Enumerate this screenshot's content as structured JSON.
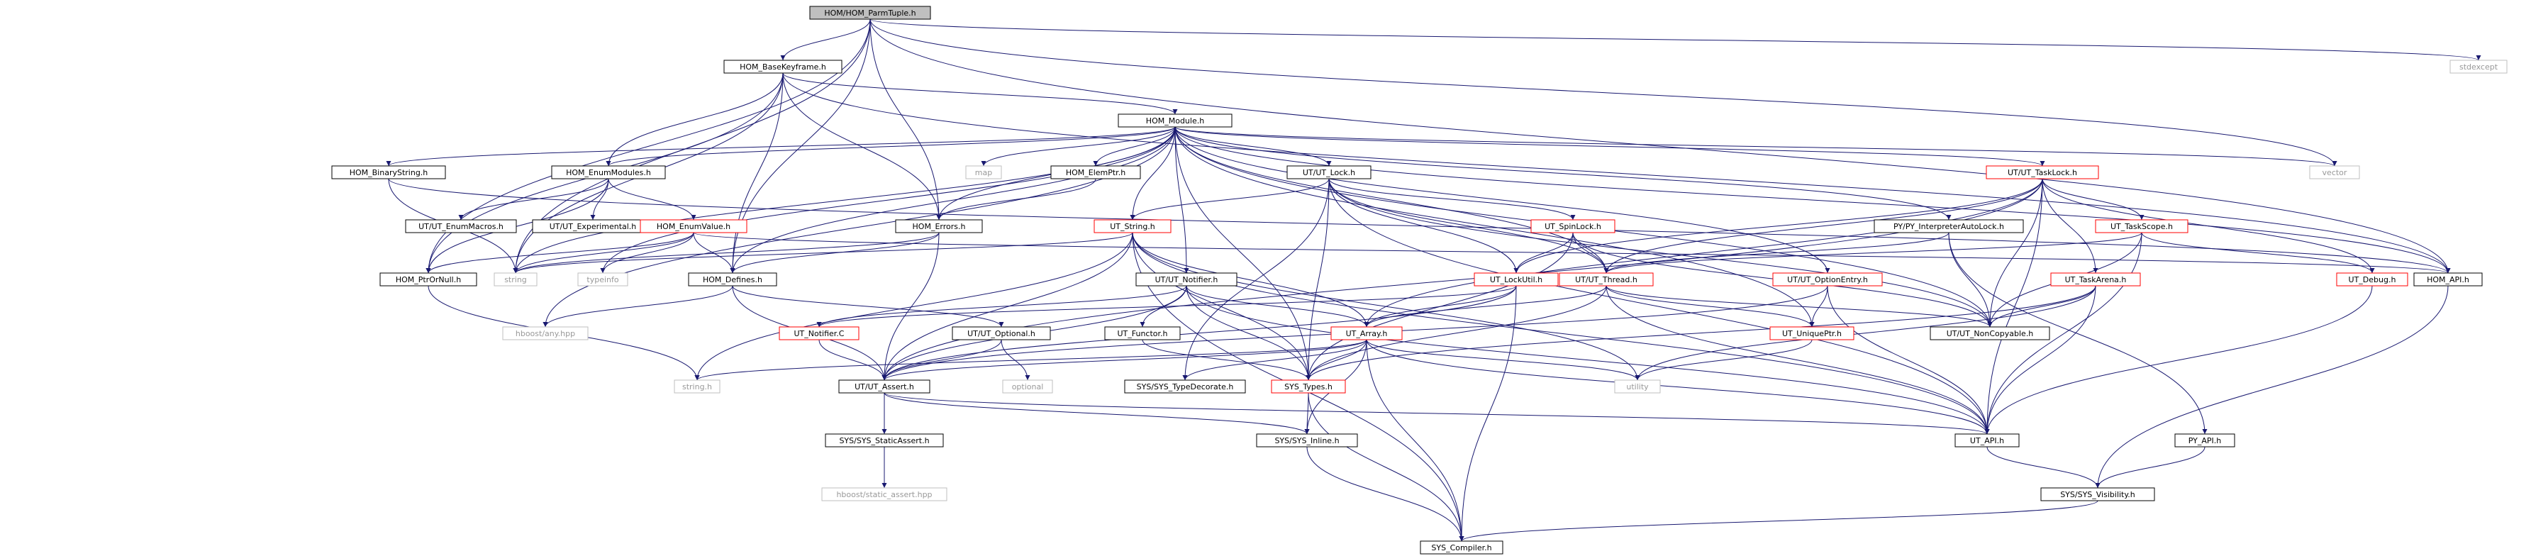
{
  "colors": {
    "edge": "#191970",
    "node_border": "#000000",
    "node_border_red": "#ff0000",
    "node_border_gray": "#bfbfbf",
    "root_fill": "#bfbfbf",
    "text": "#000000",
    "text_gray": "#999999"
  },
  "nodes": [
    {
      "id": "hom_parmtuple",
      "label": "HOM/HOM_ParmTuple.h",
      "style": "root"
    },
    {
      "id": "stdexcept",
      "label": "stdexcept",
      "style": "gray"
    },
    {
      "id": "hom_basekeyframe",
      "label": "HOM_BaseKeyframe.h",
      "style": "normal"
    },
    {
      "id": "hom_module",
      "label": "HOM_Module.h",
      "style": "normal"
    },
    {
      "id": "hom_binarystring",
      "label": "HOM_BinaryString.h",
      "style": "normal"
    },
    {
      "id": "hom_enummodules",
      "label": "HOM_EnumModules.h",
      "style": "normal"
    },
    {
      "id": "map",
      "label": "map",
      "style": "gray"
    },
    {
      "id": "hom_elemptr",
      "label": "HOM_ElemPtr.h",
      "style": "normal"
    },
    {
      "id": "ut_lock",
      "label": "UT/UT_Lock.h",
      "style": "normal"
    },
    {
      "id": "vector",
      "label": "vector",
      "style": "gray"
    },
    {
      "id": "ut_tasklock",
      "label": "UT/UT_TaskLock.h",
      "style": "red"
    },
    {
      "id": "ut_enummacros",
      "label": "UT/UT_EnumMacros.h",
      "style": "normal"
    },
    {
      "id": "ut_experimental",
      "label": "UT/UT_Experimental.h",
      "style": "normal"
    },
    {
      "id": "hom_enumvalue",
      "label": "HOM_EnumValue.h",
      "style": "red"
    },
    {
      "id": "hom_errors",
      "label": "HOM_Errors.h",
      "style": "normal"
    },
    {
      "id": "ut_string",
      "label": "UT_String.h",
      "style": "red"
    },
    {
      "id": "ut_spinlock",
      "label": "UT_SpinLock.h",
      "style": "red"
    },
    {
      "id": "py_interp",
      "label": "PY/PY_InterpreterAutoLock.h",
      "style": "normal"
    },
    {
      "id": "ut_taskscope",
      "label": "UT_TaskScope.h",
      "style": "red"
    },
    {
      "id": "hom_api",
      "label": "HOM_API.h",
      "style": "normal"
    },
    {
      "id": "hom_ptrornull",
      "label": "HOM_PtrOrNull.h",
      "style": "normal"
    },
    {
      "id": "string",
      "label": "string",
      "style": "gray"
    },
    {
      "id": "typeinfo",
      "label": "typeinfo",
      "style": "gray"
    },
    {
      "id": "hom_defines",
      "label": "HOM_Defines.h",
      "style": "normal"
    },
    {
      "id": "ut_notifier",
      "label": "UT/UT_Notifier.h",
      "style": "normal"
    },
    {
      "id": "ut_lockutil",
      "label": "UT_LockUtil.h",
      "style": "red"
    },
    {
      "id": "ut_thread",
      "label": "UT/UT_Thread.h",
      "style": "red"
    },
    {
      "id": "ut_optionentry",
      "label": "UT/UT_OptionEntry.h",
      "style": "red"
    },
    {
      "id": "ut_taskarena",
      "label": "UT_TaskArena.h",
      "style": "red"
    },
    {
      "id": "ut_debug",
      "label": "UT_Debug.h",
      "style": "red"
    },
    {
      "id": "hboost_any",
      "label": "hboost/any.hpp",
      "style": "gray"
    },
    {
      "id": "ut_notifierc",
      "label": "UT_Notifier.C",
      "style": "red"
    },
    {
      "id": "ut_optional",
      "label": "UT/UT_Optional.h",
      "style": "normal"
    },
    {
      "id": "ut_functor",
      "label": "UT_Functor.h",
      "style": "normal"
    },
    {
      "id": "ut_array",
      "label": "UT_Array.h",
      "style": "red"
    },
    {
      "id": "ut_uniqueptr",
      "label": "UT_UniquePtr.h",
      "style": "red"
    },
    {
      "id": "ut_noncopyable",
      "label": "UT/UT_NonCopyable.h",
      "style": "normal"
    },
    {
      "id": "string_h",
      "label": "string.h",
      "style": "gray"
    },
    {
      "id": "ut_assert",
      "label": "UT/UT_Assert.h",
      "style": "normal"
    },
    {
      "id": "optional",
      "label": "optional",
      "style": "gray"
    },
    {
      "id": "sys_typedecorate",
      "label": "SYS/SYS_TypeDecorate.h",
      "style": "normal"
    },
    {
      "id": "sys_types",
      "label": "SYS_Types.h",
      "style": "red"
    },
    {
      "id": "utility",
      "label": "utility",
      "style": "gray"
    },
    {
      "id": "sys_staticassert",
      "label": "SYS/SYS_StaticAssert.h",
      "style": "normal"
    },
    {
      "id": "sys_inline",
      "label": "SYS/SYS_Inline.h",
      "style": "normal"
    },
    {
      "id": "ut_api",
      "label": "UT_API.h",
      "style": "normal"
    },
    {
      "id": "py_api",
      "label": "PY_API.h",
      "style": "normal"
    },
    {
      "id": "hboost_static_assert",
      "label": "hboost/static_assert.hpp",
      "style": "gray"
    },
    {
      "id": "sys_visibility",
      "label": "SYS/SYS_Visibility.h",
      "style": "normal"
    },
    {
      "id": "sys_compiler",
      "label": "SYS_Compiler.h",
      "style": "normal"
    }
  ],
  "edges": [
    [
      "hom_parmtuple",
      "stdexcept"
    ],
    [
      "hom_parmtuple",
      "hom_basekeyframe"
    ],
    [
      "hom_parmtuple",
      "hom_errors"
    ],
    [
      "hom_parmtuple",
      "hom_defines"
    ],
    [
      "hom_parmtuple",
      "hom_ptrornull"
    ],
    [
      "hom_parmtuple",
      "vector"
    ],
    [
      "hom_parmtuple",
      "hom_api"
    ],
    [
      "hom_parmtuple",
      "string"
    ],
    [
      "hom_basekeyframe",
      "hom_module"
    ],
    [
      "hom_basekeyframe",
      "hom_enummodules"
    ],
    [
      "hom_basekeyframe",
      "hom_errors"
    ],
    [
      "hom_basekeyframe",
      "hom_defines"
    ],
    [
      "hom_basekeyframe",
      "hom_ptrornull"
    ],
    [
      "hom_basekeyframe",
      "hom_api"
    ],
    [
      "hom_basekeyframe",
      "string"
    ],
    [
      "hom_module",
      "hom_binarystring"
    ],
    [
      "hom_module",
      "hom_enummodules"
    ],
    [
      "hom_module",
      "map"
    ],
    [
      "hom_module",
      "hom_elemptr"
    ],
    [
      "hom_module",
      "ut_lock"
    ],
    [
      "hom_module",
      "vector"
    ],
    [
      "hom_module",
      "ut_tasklock"
    ],
    [
      "hom_module",
      "hom_errors"
    ],
    [
      "hom_module",
      "ut_string"
    ],
    [
      "hom_module",
      "ut_notifier"
    ],
    [
      "hom_module",
      "py_interp"
    ],
    [
      "hom_module",
      "ut_optionentry"
    ],
    [
      "hom_module",
      "ut_uniqueptr"
    ],
    [
      "hom_module",
      "ut_noncopyable"
    ],
    [
      "hom_module",
      "hom_api"
    ],
    [
      "hom_module",
      "hom_defines"
    ],
    [
      "hom_module",
      "string"
    ],
    [
      "hom_module",
      "typeinfo"
    ],
    [
      "hom_module",
      "hboost_any"
    ],
    [
      "hom_module",
      "sys_types"
    ],
    [
      "hom_module",
      "ut_thread"
    ],
    [
      "hom_binarystring",
      "hom_api"
    ],
    [
      "hom_binarystring",
      "string"
    ],
    [
      "hom_enummodules",
      "ut_enummacros"
    ],
    [
      "hom_enummodules",
      "ut_experimental"
    ],
    [
      "hom_enummodules",
      "hom_enumvalue"
    ],
    [
      "hom_enummodules",
      "hom_ptrornull"
    ],
    [
      "hom_elemptr",
      "hom_errors"
    ],
    [
      "hom_enumvalue",
      "hom_defines"
    ],
    [
      "hom_enumvalue",
      "hom_ptrornull"
    ],
    [
      "hom_enumvalue",
      "string"
    ],
    [
      "hom_enumvalue",
      "typeinfo"
    ],
    [
      "hom_enumvalue",
      "hom_api"
    ],
    [
      "hom_errors",
      "hom_defines"
    ],
    [
      "hom_errors",
      "string"
    ],
    [
      "hom_errors",
      "ut_assert"
    ],
    [
      "ut_lock",
      "ut_string"
    ],
    [
      "ut_lock",
      "ut_spinlock"
    ],
    [
      "ut_lock",
      "ut_lockutil"
    ],
    [
      "ut_lock",
      "ut_thread"
    ],
    [
      "ut_lock",
      "ut_noncopyable"
    ],
    [
      "ut_lock",
      "ut_api"
    ],
    [
      "ut_lock",
      "sys_types"
    ],
    [
      "ut_lock",
      "sys_typedecorate"
    ],
    [
      "ut_tasklock",
      "ut_taskscope"
    ],
    [
      "ut_tasklock",
      "ut_taskarena"
    ],
    [
      "ut_tasklock",
      "ut_debug"
    ],
    [
      "ut_tasklock",
      "ut_lockutil"
    ],
    [
      "ut_tasklock",
      "ut_thread"
    ],
    [
      "ut_tasklock",
      "ut_noncopyable"
    ],
    [
      "ut_tasklock",
      "ut_api"
    ],
    [
      "ut_tasklock",
      "ut_array"
    ],
    [
      "ut_tasklock",
      "ut_assert"
    ],
    [
      "ut_string",
      "ut_api"
    ],
    [
      "ut_string",
      "ut_assert"
    ],
    [
      "ut_string",
      "sys_types"
    ],
    [
      "ut_string",
      "string"
    ],
    [
      "ut_string",
      "string_h"
    ],
    [
      "ut_string",
      "sys_compiler"
    ],
    [
      "ut_string",
      "utility"
    ],
    [
      "ut_string",
      "ut_array"
    ],
    [
      "ut_spinlock",
      "ut_lockutil"
    ],
    [
      "ut_spinlock",
      "ut_thread"
    ],
    [
      "ut_spinlock",
      "ut_noncopyable"
    ],
    [
      "ut_spinlock",
      "sys_types"
    ],
    [
      "py_interp",
      "ut_noncopyable"
    ],
    [
      "py_interp",
      "py_api"
    ],
    [
      "py_interp",
      "ut_thread"
    ],
    [
      "ut_taskscope",
      "ut_debug"
    ],
    [
      "ut_taskscope",
      "ut_noncopyable"
    ],
    [
      "ut_taskscope",
      "ut_api"
    ],
    [
      "ut_taskscope",
      "ut_thread"
    ],
    [
      "ut_taskarena",
      "ut_noncopyable"
    ],
    [
      "ut_taskarena",
      "ut_api"
    ],
    [
      "ut_taskarena",
      "utility"
    ],
    [
      "ut_taskarena",
      "sys_types"
    ],
    [
      "hom_api",
      "sys_visibility"
    ],
    [
      "hom_ptrornull",
      "string_h"
    ],
    [
      "hom_defines",
      "hboost_any"
    ],
    [
      "hom_defines",
      "ut_optional"
    ],
    [
      "hom_defines",
      "ut_assert"
    ],
    [
      "ut_notifier",
      "ut_notifierc"
    ],
    [
      "ut_notifier",
      "ut_functor"
    ],
    [
      "ut_notifier",
      "ut_array"
    ],
    [
      "ut_notifier",
      "ut_api"
    ],
    [
      "ut_notifier",
      "sys_types"
    ],
    [
      "ut_notifier",
      "ut_assert"
    ],
    [
      "ut_lockutil",
      "ut_notifierc"
    ],
    [
      "ut_lockutil",
      "ut_array"
    ],
    [
      "ut_lockutil",
      "ut_assert"
    ],
    [
      "ut_lockutil",
      "sys_compiler"
    ],
    [
      "ut_thread",
      "ut_uniqueptr"
    ],
    [
      "ut_thread",
      "ut_array"
    ],
    [
      "ut_thread",
      "ut_api"
    ],
    [
      "ut_thread",
      "sys_types"
    ],
    [
      "ut_thread",
      "ut_noncopyable"
    ],
    [
      "ut_optionentry",
      "ut_uniqueptr"
    ],
    [
      "ut_optionentry",
      "ut_api"
    ],
    [
      "ut_optionentry",
      "ut_assert"
    ],
    [
      "ut_debug",
      "ut_api"
    ],
    [
      "ut_notifierc",
      "ut_assert"
    ],
    [
      "ut_optional",
      "optional"
    ],
    [
      "ut_optional",
      "ut_assert"
    ],
    [
      "ut_functor",
      "sys_types"
    ],
    [
      "ut_array",
      "ut_assert"
    ],
    [
      "ut_array",
      "sys_types"
    ],
    [
      "ut_array",
      "sys_typedecorate"
    ],
    [
      "ut_array",
      "ut_api"
    ],
    [
      "ut_array",
      "string_h"
    ],
    [
      "ut_array",
      "utility"
    ],
    [
      "ut_array",
      "sys_compiler"
    ],
    [
      "ut_array",
      "sys_inline"
    ],
    [
      "ut_uniqueptr",
      "utility"
    ],
    [
      "ut_assert",
      "sys_staticassert"
    ],
    [
      "ut_assert",
      "sys_inline"
    ],
    [
      "ut_assert",
      "ut_api"
    ],
    [
      "sys_types",
      "sys_inline"
    ],
    [
      "sys_types",
      "sys_compiler"
    ],
    [
      "sys_staticassert",
      "hboost_static_assert"
    ],
    [
      "sys_inline",
      "sys_compiler"
    ],
    [
      "ut_api",
      "sys_visibility"
    ],
    [
      "py_api",
      "sys_visibility"
    ],
    [
      "sys_visibility",
      "sys_compiler"
    ]
  ]
}
